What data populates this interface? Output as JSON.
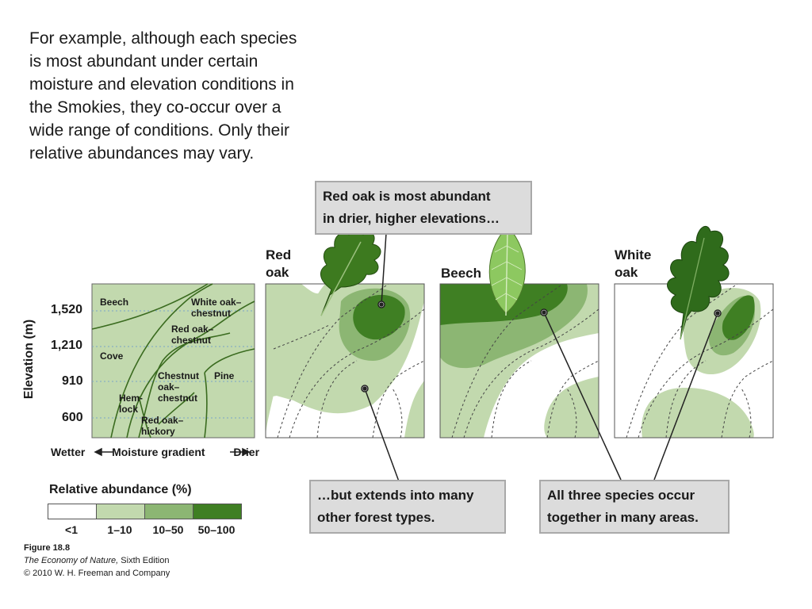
{
  "intro_lines": [
    "For example, although each species",
    "is most abundant under certain",
    "moisture and elevation conditions in",
    "the Smokies, they co-occur over a",
    "wide range of conditions.  Only their",
    "relative abundances may vary."
  ],
  "panels": {
    "red_oak": [
      "Red",
      "oak"
    ],
    "beech": "Beech",
    "white_oak": [
      "White",
      "oak"
    ]
  },
  "callouts": {
    "top": [
      "Red oak is most abundant",
      "in drier, higher elevations…"
    ],
    "bottom_left": [
      "…but extends into many",
      "other forest types."
    ],
    "bottom_right": [
      "All three species occur",
      "together in many areas."
    ]
  },
  "map": {
    "ylabel": "Elevation (m)",
    "yticks": [
      "1,520",
      "1,210",
      "910",
      "600"
    ],
    "labels": {
      "beech": "Beech",
      "white_oak_chestnut": [
        "White oak–",
        "chestnut"
      ],
      "red_oak_chestnut": [
        "Red oak–",
        "chestnut"
      ],
      "cove": "Cove",
      "chestnut_oak_chestnut": [
        "Chestnut",
        "oak–",
        "chestnut"
      ],
      "pine": "Pine",
      "hemlock": [
        "Hem-",
        "lock"
      ],
      "red_oak_hickory": [
        "Red oak–",
        "hickory"
      ]
    },
    "moisture": {
      "wetter": "Wetter",
      "gradient": "Moisture gradient",
      "drier": "Drier"
    }
  },
  "legend": {
    "title": "Relative abundance (%)",
    "categories": [
      "<1",
      "1–10",
      "10–50",
      "50–100"
    ],
    "colors": [
      "#ffffff",
      "#c2d9ae",
      "#8cb673",
      "#3f7f23"
    ]
  },
  "credit": {
    "figure": "Figure 18.8",
    "book_title": "The Economy of Nature,",
    "book_edition": " Sixth Edition",
    "copyright": "© 2010 W. H. Freeman and Company"
  }
}
